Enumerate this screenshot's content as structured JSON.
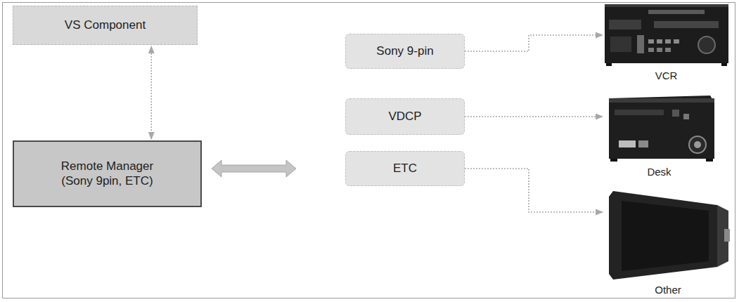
{
  "diagram": {
    "nodes": [
      {
        "text": [
          "VS Component"
        ]
      },
      {
        "text": [
          "Remote Manager (Sony 9pin, ETC)"
        ]
      },
      {
        "text": [
          "Sony 9-pin"
        ]
      },
      {
        "text": [
          "VDCP"
        ]
      },
      {
        "text": [
          "ETC"
        ]
      },
      {
        "text": [
          "VCR"
        ]
      },
      {
        "text": [
          "Desk"
        ]
      },
      {
        "text": [
          "Other"
        ]
      }
    ],
    "edges": [
      {
        "from": 1,
        "to": 0,
        "arrow": "both"
      },
      {
        "from": 1,
        "to": 4,
        "arrow": "both"
      },
      {
        "from": 2,
        "to": 5,
        "arrow": "to"
      },
      {
        "from": 3,
        "to": 6,
        "arrow": "to"
      },
      {
        "from": 4,
        "to": 7,
        "arrow": "to"
      }
    ]
  }
}
